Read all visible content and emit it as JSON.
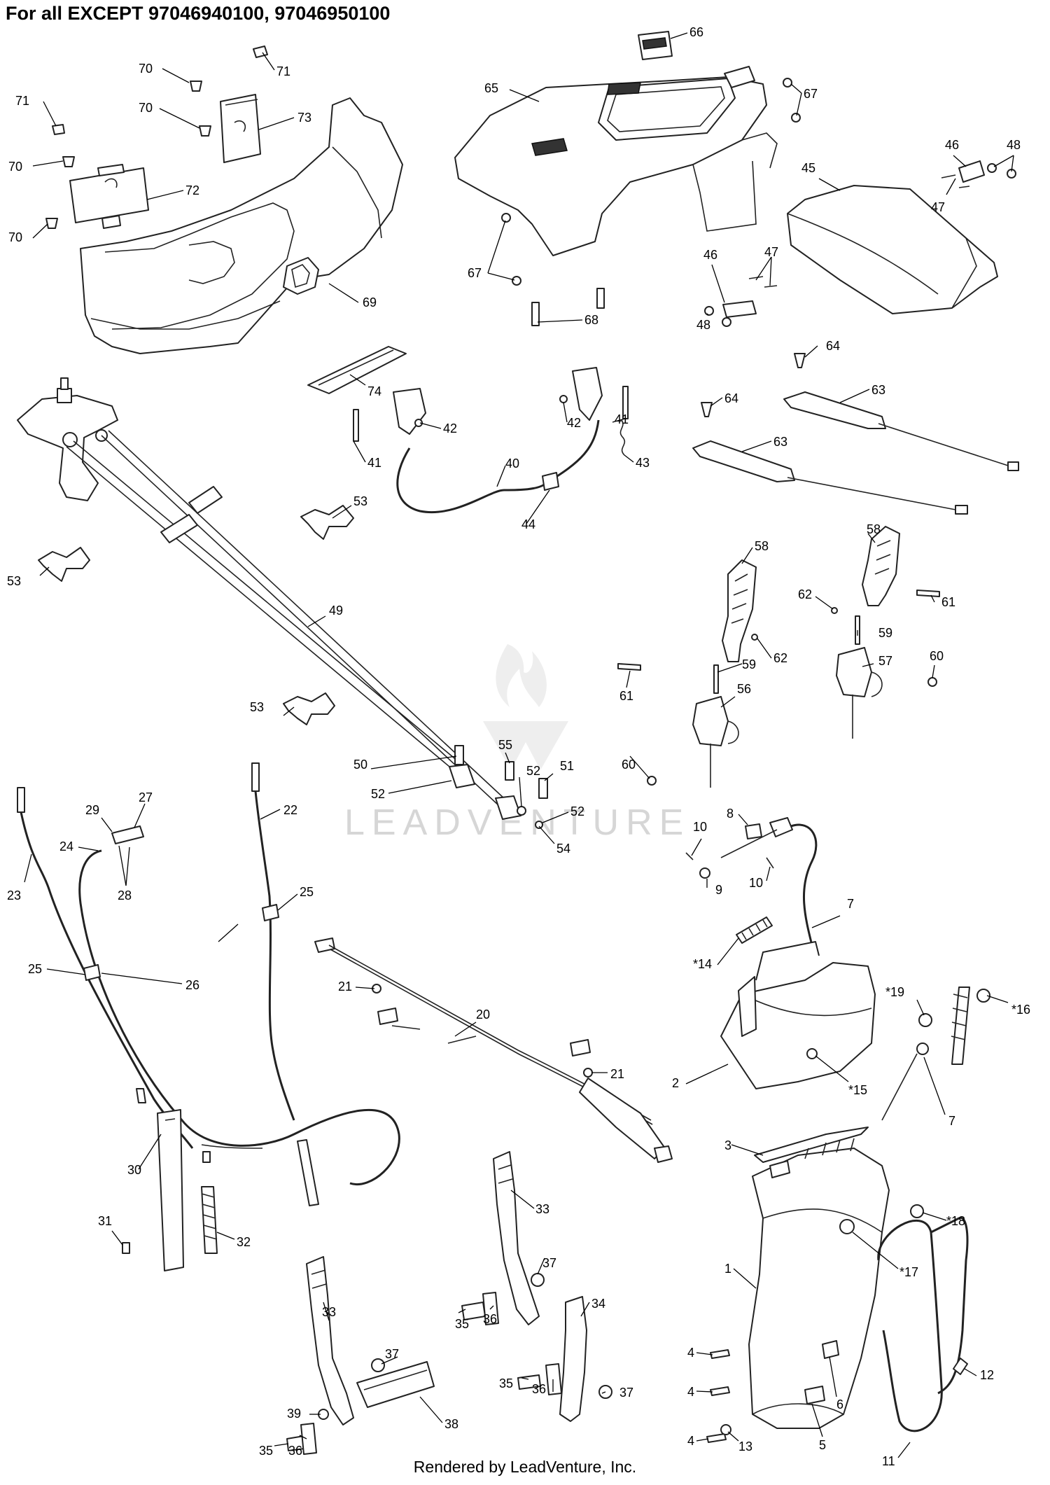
{
  "header": {
    "title": "For all EXCEPT 97046940100, 97046950100"
  },
  "footer": {
    "credit": "Rendered by LeadVenture, Inc."
  },
  "watermark": {
    "text": "LEADVENTURE"
  },
  "callouts": [
    {
      "id": "c-70a",
      "label": "70"
    },
    {
      "id": "c-71a",
      "label": "71"
    },
    {
      "id": "c-71b",
      "label": "71"
    },
    {
      "id": "c-70b",
      "label": "70"
    },
    {
      "id": "c-73",
      "label": "73"
    },
    {
      "id": "c-70c",
      "label": "70"
    },
    {
      "id": "c-72",
      "label": "72"
    },
    {
      "id": "c-70d",
      "label": "70"
    },
    {
      "id": "c-69",
      "label": "69"
    },
    {
      "id": "c-66",
      "label": "66"
    },
    {
      "id": "c-65",
      "label": "65"
    },
    {
      "id": "c-67a",
      "label": "67"
    },
    {
      "id": "c-67b",
      "label": "67"
    },
    {
      "id": "c-68",
      "label": "68"
    },
    {
      "id": "c-46a",
      "label": "46"
    },
    {
      "id": "c-48a",
      "label": "48"
    },
    {
      "id": "c-45",
      "label": "45"
    },
    {
      "id": "c-47a",
      "label": "47"
    },
    {
      "id": "c-46b",
      "label": "46"
    },
    {
      "id": "c-47b",
      "label": "47"
    },
    {
      "id": "c-48b",
      "label": "48"
    },
    {
      "id": "c-64a",
      "label": "64"
    },
    {
      "id": "c-64b",
      "label": "64"
    },
    {
      "id": "c-63a",
      "label": "63"
    },
    {
      "id": "c-63b",
      "label": "63"
    },
    {
      "id": "c-74",
      "label": "74"
    },
    {
      "id": "c-42a",
      "label": "42"
    },
    {
      "id": "c-41a",
      "label": "41"
    },
    {
      "id": "c-42b",
      "label": "42"
    },
    {
      "id": "c-41b",
      "label": "41"
    },
    {
      "id": "c-43",
      "label": "43"
    },
    {
      "id": "c-40",
      "label": "40"
    },
    {
      "id": "c-44",
      "label": "44"
    },
    {
      "id": "c-53a",
      "label": "53"
    },
    {
      "id": "c-53b",
      "label": "53"
    },
    {
      "id": "c-49",
      "label": "49"
    },
    {
      "id": "c-58a",
      "label": "58"
    },
    {
      "id": "c-58b",
      "label": "58"
    },
    {
      "id": "c-62a",
      "label": "62"
    },
    {
      "id": "c-61a",
      "label": "61"
    },
    {
      "id": "c-62b",
      "label": "62"
    },
    {
      "id": "c-59a",
      "label": "59"
    },
    {
      "id": "c-59b",
      "label": "59"
    },
    {
      "id": "c-57",
      "label": "57"
    },
    {
      "id": "c-60a",
      "label": "60"
    },
    {
      "id": "c-61b",
      "label": "61"
    },
    {
      "id": "c-56",
      "label": "56"
    },
    {
      "id": "c-60b",
      "label": "60"
    },
    {
      "id": "c-53c",
      "label": "53"
    },
    {
      "id": "c-55",
      "label": "55"
    },
    {
      "id": "c-50",
      "label": "50"
    },
    {
      "id": "c-52a",
      "label": "52"
    },
    {
      "id": "c-51",
      "label": "51"
    },
    {
      "id": "c-52b",
      "label": "52"
    },
    {
      "id": "c-52c",
      "label": "52"
    },
    {
      "id": "c-54",
      "label": "54"
    },
    {
      "id": "c-22",
      "label": "22"
    },
    {
      "id": "c-27",
      "label": "27"
    },
    {
      "id": "c-29",
      "label": "29"
    },
    {
      "id": "c-24",
      "label": "24"
    },
    {
      "id": "c-28",
      "label": "28"
    },
    {
      "id": "c-23",
      "label": "23"
    },
    {
      "id": "c-25a",
      "label": "25"
    },
    {
      "id": "c-25b",
      "label": "25"
    },
    {
      "id": "c-26",
      "label": "26"
    },
    {
      "id": "c-8",
      "label": "8"
    },
    {
      "id": "c-10a",
      "label": "10"
    },
    {
      "id": "c-10b",
      "label": "10"
    },
    {
      "id": "c-9",
      "label": "9"
    },
    {
      "id": "c-7a",
      "label": "7"
    },
    {
      "id": "c-21a",
      "label": "21"
    },
    {
      "id": "c-20",
      "label": "20"
    },
    {
      "id": "c-21b",
      "label": "21"
    },
    {
      "id": "c-14",
      "label": "*14"
    },
    {
      "id": "c-19",
      "label": "*19"
    },
    {
      "id": "c-16",
      "label": "*16"
    },
    {
      "id": "c-2",
      "label": "2"
    },
    {
      "id": "c-15",
      "label": "*15"
    },
    {
      "id": "c-7b",
      "label": "7"
    },
    {
      "id": "c-3",
      "label": "3"
    },
    {
      "id": "c-18",
      "label": "*18"
    },
    {
      "id": "c-17",
      "label": "*17"
    },
    {
      "id": "c-1",
      "label": "1"
    },
    {
      "id": "c-30",
      "label": "30"
    },
    {
      "id": "c-31",
      "label": "31"
    },
    {
      "id": "c-32",
      "label": "32"
    },
    {
      "id": "c-33a",
      "label": "33"
    },
    {
      "id": "c-37a",
      "label": "37"
    },
    {
      "id": "c-33b",
      "label": "33"
    },
    {
      "id": "c-34",
      "label": "34"
    },
    {
      "id": "c-35a",
      "label": "35"
    },
    {
      "id": "c-36a",
      "label": "36"
    },
    {
      "id": "c-37b",
      "label": "37"
    },
    {
      "id": "c-35b",
      "label": "35"
    },
    {
      "id": "c-36b",
      "label": "36"
    },
    {
      "id": "c-37c",
      "label": "37"
    },
    {
      "id": "c-39",
      "label": "39"
    },
    {
      "id": "c-38",
      "label": "38"
    },
    {
      "id": "c-35c",
      "label": "35"
    },
    {
      "id": "c-36c",
      "label": "36"
    },
    {
      "id": "c-4a",
      "label": "4"
    },
    {
      "id": "c-4b",
      "label": "4"
    },
    {
      "id": "c-4c",
      "label": "4"
    },
    {
      "id": "c-13",
      "label": "13"
    },
    {
      "id": "c-5",
      "label": "5"
    },
    {
      "id": "c-6",
      "label": "6"
    },
    {
      "id": "c-12",
      "label": "12"
    },
    {
      "id": "c-11",
      "label": "11"
    }
  ]
}
